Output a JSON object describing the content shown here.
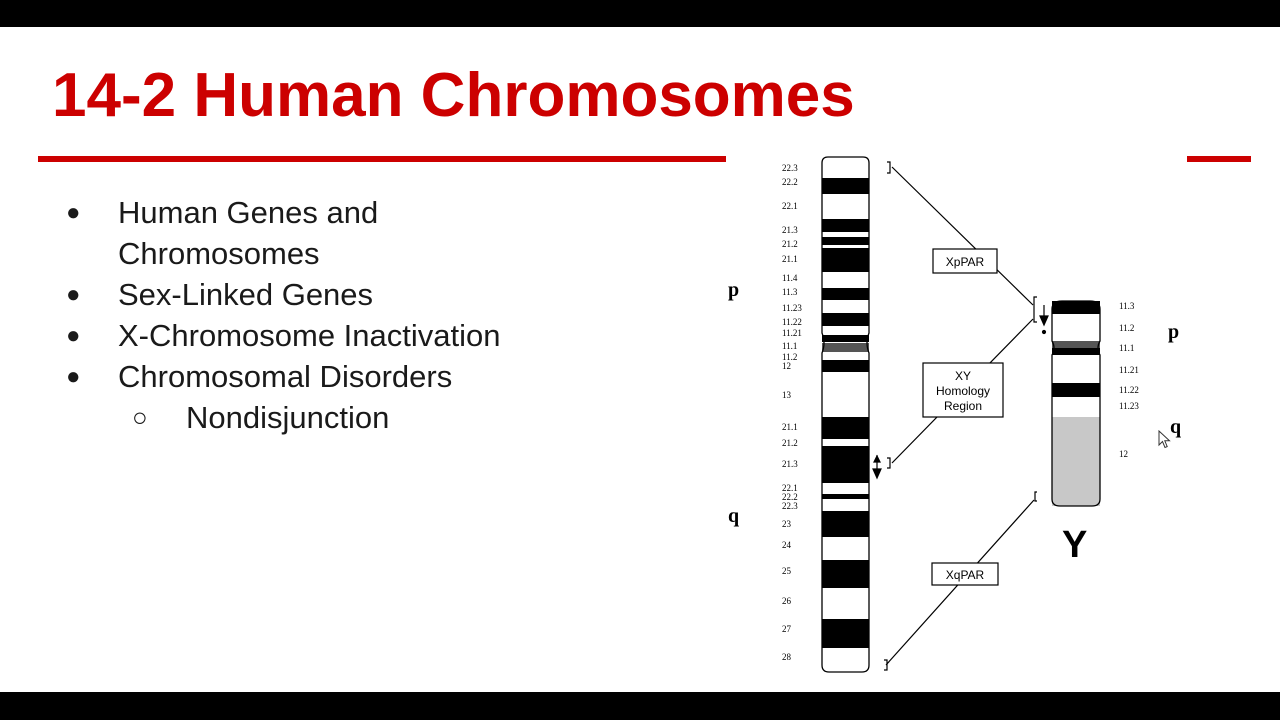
{
  "slide": {
    "title": "14-2 Human Chromosomes",
    "accent_color": "#cc0000",
    "bullets": [
      {
        "text": "Human Genes and Chromosomes",
        "marker": "●",
        "level": 1
      },
      {
        "text": "Sex-Linked Genes",
        "marker": "●",
        "level": 1
      },
      {
        "text": "X-Chromosome Inactivation",
        "marker": "●",
        "level": 1
      },
      {
        "text": "Chromosomal Disorders",
        "marker": "●",
        "level": 1
      },
      {
        "text": "Nondisjunction",
        "marker": "○",
        "level": 2
      }
    ]
  },
  "diagram": {
    "x_chromosome": {
      "arm_p": "p",
      "arm_q": "q",
      "band_labels": [
        "22.3",
        "22.2",
        "22.1",
        "21.3",
        "21.2",
        "21.1",
        "11.4",
        "11.3",
        "11.23",
        "11.22",
        "11.21",
        "11.1",
        "11.2",
        "12",
        "13",
        "21.1",
        "21.2",
        "21.3",
        "22.1",
        "22.2",
        "22.3",
        "23",
        "24",
        "25",
        "26",
        "27",
        "28"
      ]
    },
    "y_chromosome": {
      "name": "Y",
      "arm_p": "p",
      "arm_q": "q",
      "band_labels": [
        "11.3",
        "11.2",
        "11.1",
        "11.21",
        "11.22",
        "11.23",
        "12"
      ]
    },
    "region_labels": {
      "xppar": "XpPAR",
      "homology_line1": "XY",
      "homology_line2": "Homology",
      "homology_line3": "Region",
      "xqpar": "XqPAR"
    }
  },
  "cursor": {
    "icon": "mouse-pointer-icon"
  }
}
